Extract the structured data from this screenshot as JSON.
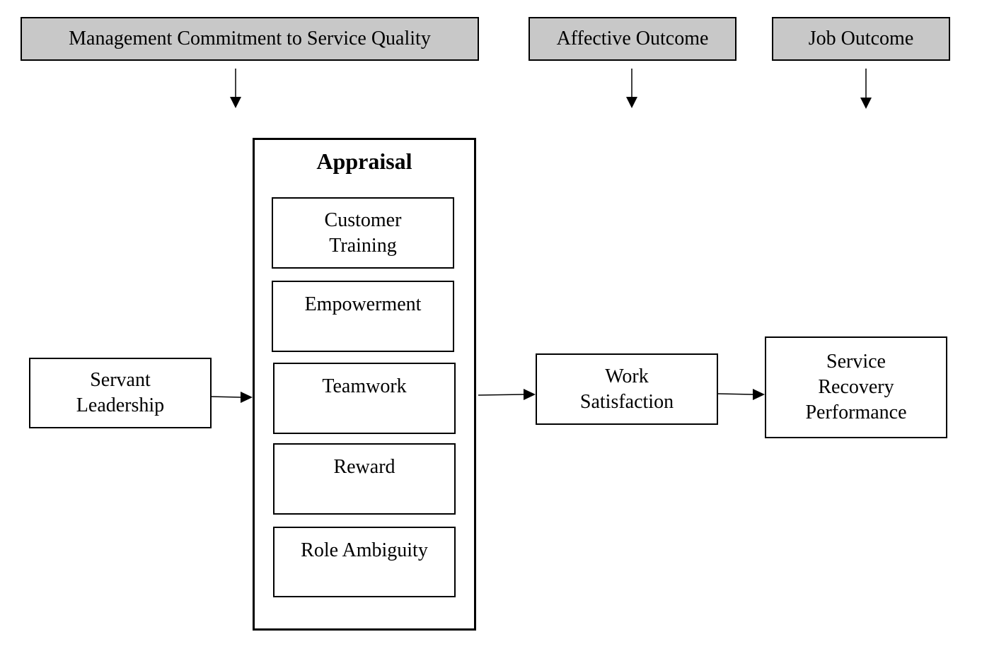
{
  "headers": {
    "management": "Management Commitment to Service Quality",
    "affective": "Affective Outcome",
    "job": "Job Outcome"
  },
  "servant_leadership": {
    "line1": "Servant",
    "line2": "Leadership"
  },
  "appraisal": {
    "title": "Appraisal",
    "customer_training": {
      "line1": "Customer",
      "line2": "Training"
    },
    "empowerment": "Empowerment",
    "teamwork": "Teamwork",
    "reward": "Reward",
    "role_ambiguity": "Role Ambiguity"
  },
  "work_satisfaction": {
    "line1": "Work",
    "line2": "Satisfaction"
  },
  "service_recovery": {
    "line1": "Service",
    "line2": "Recovery",
    "line3": "Performance"
  },
  "colors": {
    "header_fill": "#c8c8c8",
    "stroke": "#000000"
  }
}
